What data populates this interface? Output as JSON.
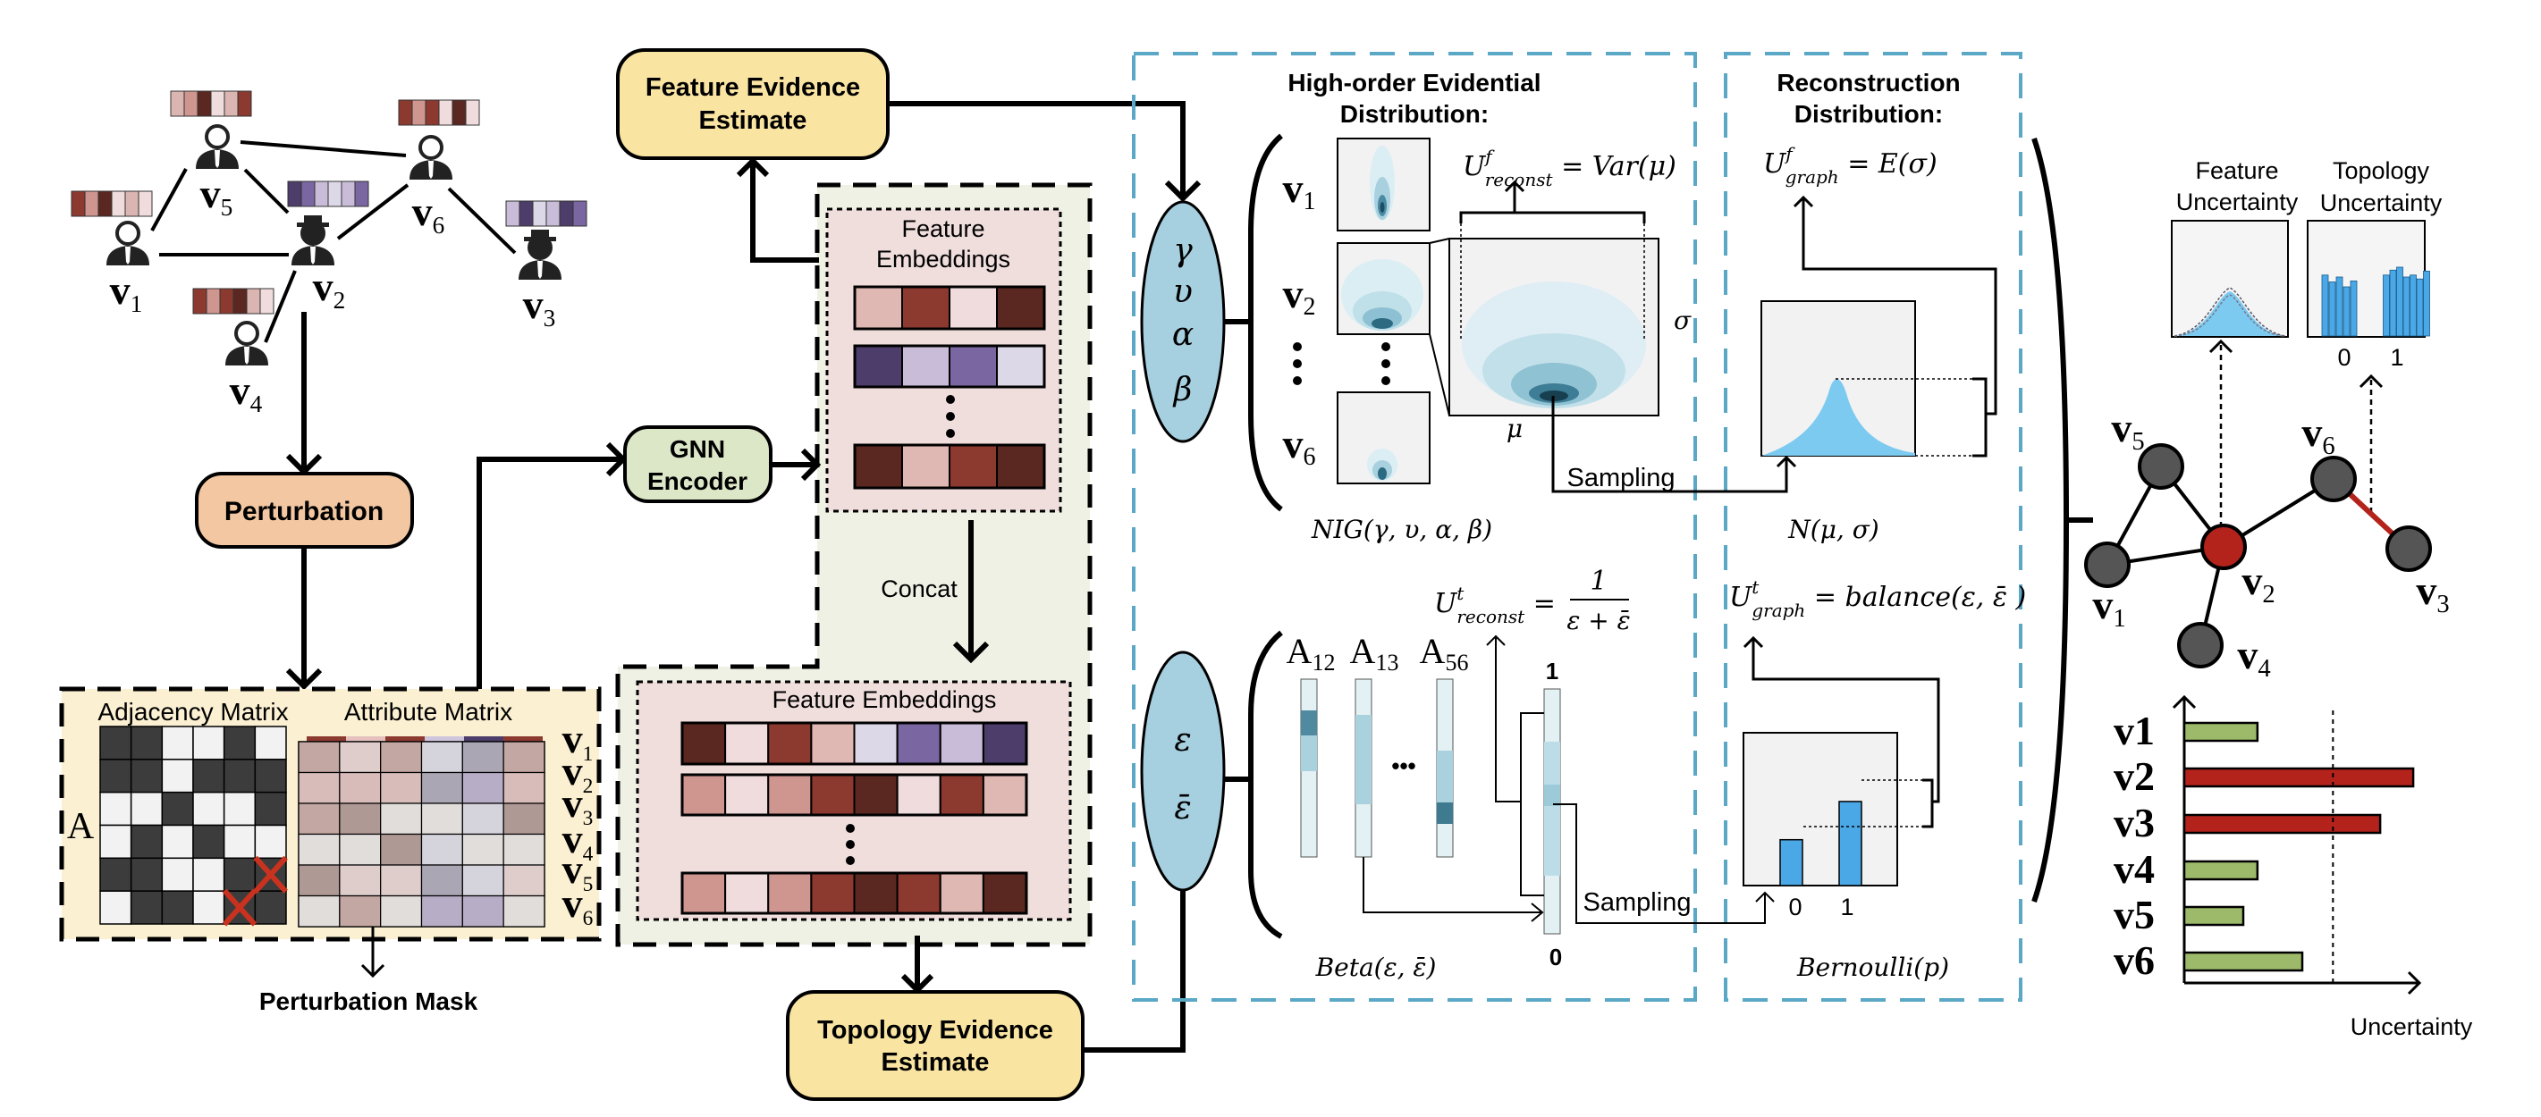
{
  "boxes": {
    "feature_evidence": [
      "Feature Evidence",
      "Estimate"
    ],
    "topology_evidence": [
      "Topology Evidence",
      "Estimate"
    ],
    "perturbation": "Perturbation",
    "gnn_encoder": [
      "GNN",
      "Encoder"
    ],
    "perturbation_mask": "Perturbation Mask",
    "adjacency_title": "Adjacency Matrix",
    "attribute_title": "Attribute Matrix",
    "adjacency_symbol": "A",
    "feature_embeddings_1": [
      "Feature",
      "Embeddings"
    ],
    "feature_embeddings_2": "Feature Embeddings",
    "concat": "Concat"
  },
  "node_labels": [
    "v",
    "1",
    "2",
    "3",
    "4",
    "5",
    "6"
  ],
  "adjacency": [
    [
      1,
      1,
      0,
      0,
      1,
      0
    ],
    [
      1,
      1,
      0,
      1,
      1,
      1
    ],
    [
      0,
      0,
      1,
      0,
      0,
      1
    ],
    [
      0,
      1,
      0,
      1,
      0,
      0
    ],
    [
      1,
      1,
      0,
      0,
      1,
      1
    ],
    [
      0,
      1,
      1,
      0,
      1,
      1
    ]
  ],
  "adjacency_masked": [
    [
      4,
      5
    ],
    [
      5,
      4
    ]
  ],
  "colors": {
    "evidence_box": "#f9e4a2",
    "perturbation_box": "#f3c7a1",
    "gnn_box": "#dce7c7",
    "encoder_region": "#eef1e3",
    "embedding_region": "#f0dedd",
    "matrix_region": "#fbf0d2",
    "parameter_ellipse": "#a6cfe0",
    "distribution_border": "#5aa7c6",
    "normal_fill": "#7dcaf0",
    "bernoulli_bar": "#4aa8e6",
    "high_uncertainty": "#b3231c",
    "low_uncertainty": "#9db96a"
  },
  "evidential": {
    "title": [
      "High-order Evidential",
      "Distribution:"
    ],
    "params_feature": [
      "γ",
      "υ",
      "α",
      "β"
    ],
    "params_topology": [
      "ε",
      "ε̄"
    ],
    "u_reconst_f": {
      "base": "U",
      "sup": "f",
      "sub": "reconst",
      "rhs": " = Var(μ)"
    },
    "sigma": "σ",
    "mu": "μ",
    "sampling": "Sampling",
    "nig": "NIG(γ, υ, α, β)",
    "u_reconst_t": {
      "base": "U",
      "sup": "t",
      "sub": "reconst",
      "eq": " = ",
      "num": "1",
      "den": "ε + ε̄"
    },
    "edges": [
      {
        "base": "A",
        "sub": "12"
      },
      {
        "base": "A",
        "sub": "13"
      },
      {
        "base": "A",
        "sub": "56"
      }
    ],
    "beta": "Beta(ε, ε̄)",
    "scale_top": "1",
    "scale_bottom": "0",
    "ellipsis": "•••"
  },
  "reconstruction": {
    "title": [
      "Reconstruction",
      "Distribution:"
    ],
    "u_graph_f": {
      "base": "U",
      "sup": "f",
      "sub": "graph",
      "rhs": " = E(σ)"
    },
    "normal": "N(μ, σ)",
    "u_graph_t": {
      "base": "U",
      "sup": "t",
      "sub": "graph",
      "rhs": " = balance(ε, ε̄ )"
    },
    "bernoulli": "Bernoulli(p)",
    "bernoulli_ticks": [
      "0",
      "1"
    ],
    "bernoulli_values": [
      0.3,
      0.55
    ]
  },
  "output": {
    "feature_uncertainty": [
      "Feature",
      "Uncertainty"
    ],
    "topology_uncertainty": [
      "Topology",
      "Uncertainty"
    ],
    "topology_ticks": [
      "0",
      "1"
    ],
    "anomalous_node": "v2",
    "anomalous_edge": [
      "v6",
      "v3"
    ]
  },
  "chart_data": {
    "type": "bar",
    "orientation": "horizontal",
    "categories": [
      "v1",
      "v2",
      "v3",
      "v4",
      "v5",
      "v6"
    ],
    "values": [
      0.31,
      0.97,
      0.83,
      0.31,
      0.25,
      0.5
    ],
    "threshold": 0.63,
    "xlabel": "Uncertainty",
    "xlim": [
      0,
      1
    ],
    "highlighted": [
      "v2",
      "v3"
    ]
  }
}
